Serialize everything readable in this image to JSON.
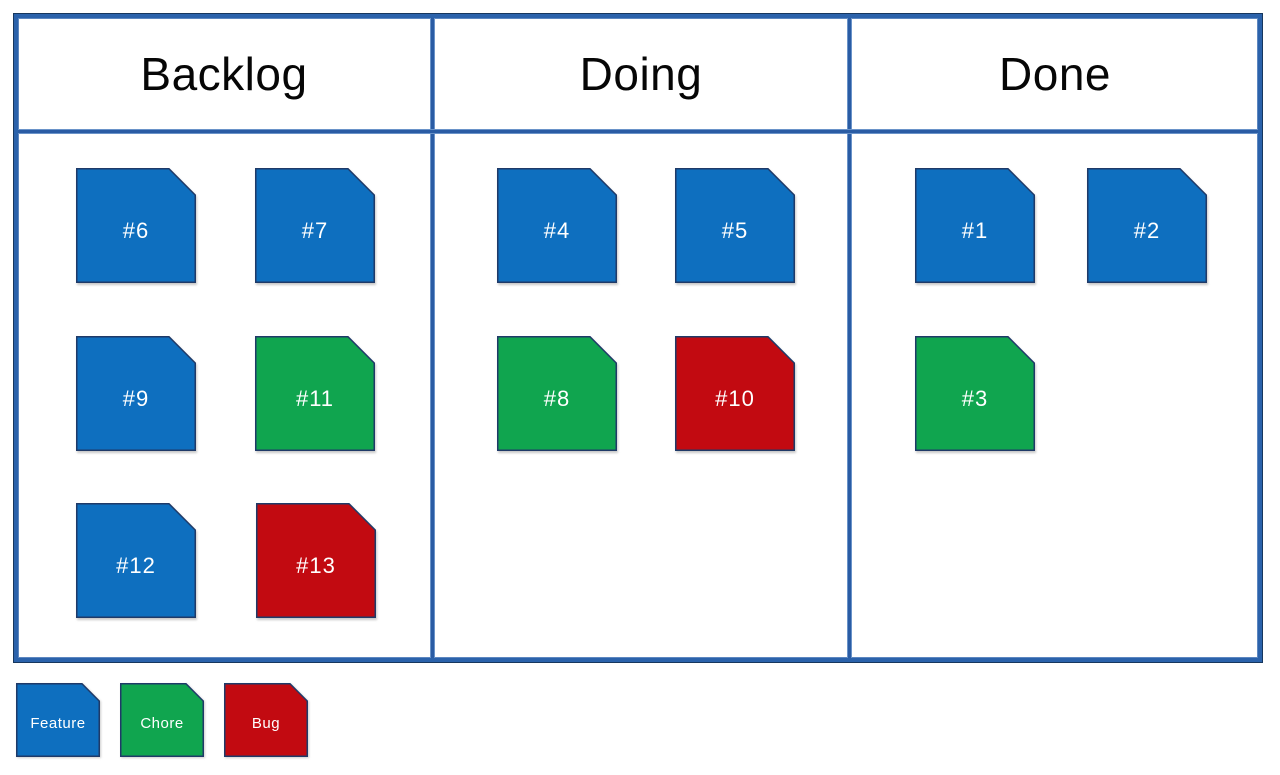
{
  "board": {
    "columns": [
      {
        "title": "Backlog",
        "cards": [
          {
            "label": "#6",
            "type": "feature"
          },
          {
            "label": "#7",
            "type": "feature"
          },
          {
            "label": "#9",
            "type": "feature"
          },
          {
            "label": "#11",
            "type": "chore"
          },
          {
            "label": "#12",
            "type": "feature"
          },
          {
            "label": "#13",
            "type": "bug"
          }
        ]
      },
      {
        "title": "Doing",
        "cards": [
          {
            "label": "#4",
            "type": "feature"
          },
          {
            "label": "#5",
            "type": "feature"
          },
          {
            "label": "#8",
            "type": "chore"
          },
          {
            "label": "#10",
            "type": "bug"
          }
        ]
      },
      {
        "title": "Done",
        "cards": [
          {
            "label": "#1",
            "type": "feature"
          },
          {
            "label": "#2",
            "type": "feature"
          },
          {
            "label": "#3",
            "type": "chore"
          }
        ]
      }
    ]
  },
  "legend": {
    "items": [
      {
        "label": "Feature",
        "type": "feature"
      },
      {
        "label": "Chore",
        "type": "chore"
      },
      {
        "label": "Bug",
        "type": "bug"
      }
    ]
  },
  "colors": {
    "feature": "#0e6fbf",
    "chore": "#10a54f",
    "bug": "#c20a11",
    "card_border": "#1f3a68",
    "card_text": "#ffffff",
    "board_border": "#2b62ab",
    "board_border_dark": "#17375e",
    "header_text": "#060606"
  }
}
